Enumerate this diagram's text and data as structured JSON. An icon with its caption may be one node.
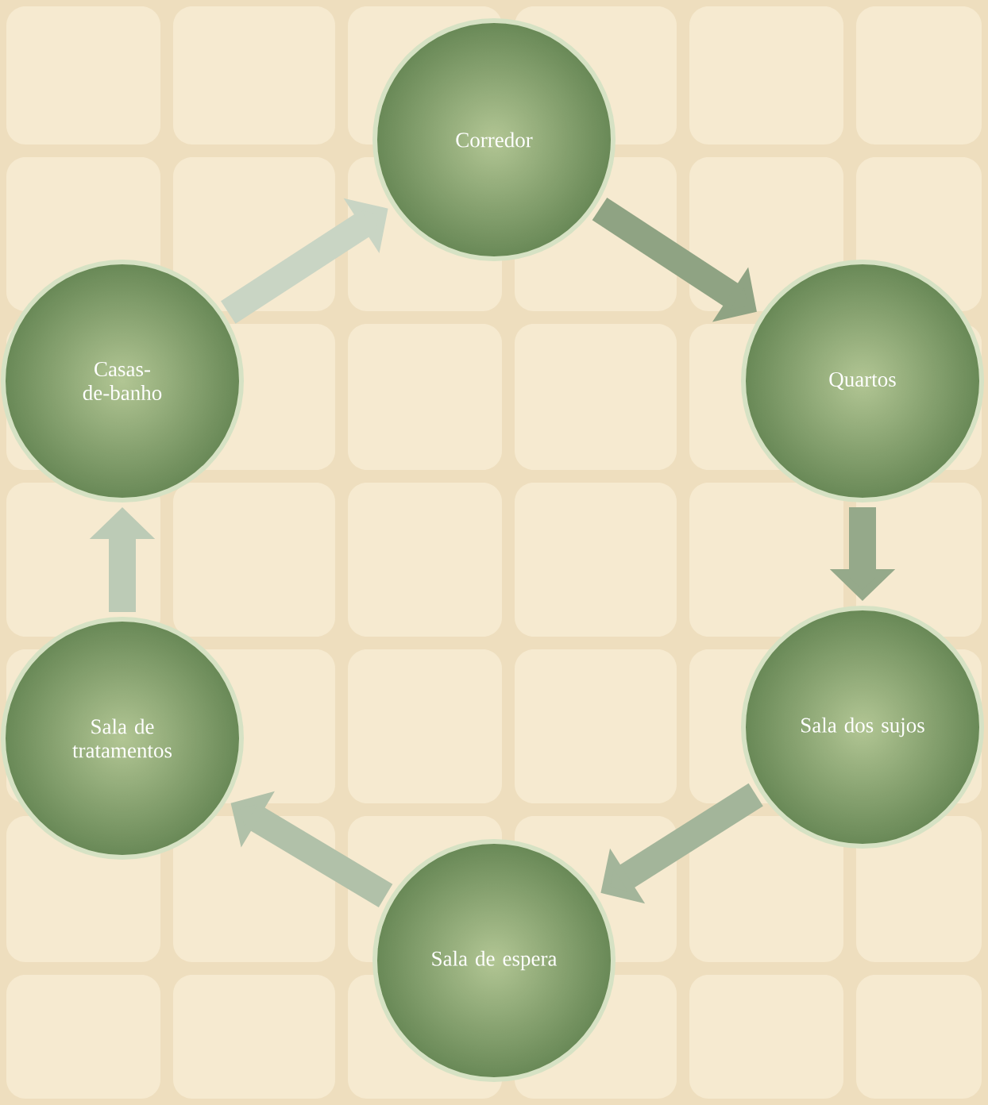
{
  "diagram": {
    "nodes": [
      {
        "text": [
          "Corredor"
        ]
      },
      {
        "text": [
          "Quartos"
        ]
      },
      {
        "text": [
          "Sala dos sujos"
        ]
      },
      {
        "text": [
          "Sala de espera"
        ]
      },
      {
        "text": [
          "Sala de tratamentos"
        ]
      },
      {
        "text": [
          "Casas-de-banho"
        ]
      }
    ],
    "edges": [
      {
        "from": 0,
        "to": 1,
        "arrow": "to",
        "color": "#8fa383"
      },
      {
        "from": 1,
        "to": 2,
        "arrow": "to",
        "color": "#95a98a"
      },
      {
        "from": 2,
        "to": 3,
        "arrow": "to",
        "color": "#a3b59a"
      },
      {
        "from": 3,
        "to": 4,
        "arrow": "to",
        "color": "#b1c1a9"
      },
      {
        "from": 4,
        "to": 5,
        "arrow": "to",
        "color": "#bccbb6"
      },
      {
        "from": 5,
        "to": 0,
        "arrow": "to",
        "color": "#c9d5c4"
      }
    ]
  }
}
